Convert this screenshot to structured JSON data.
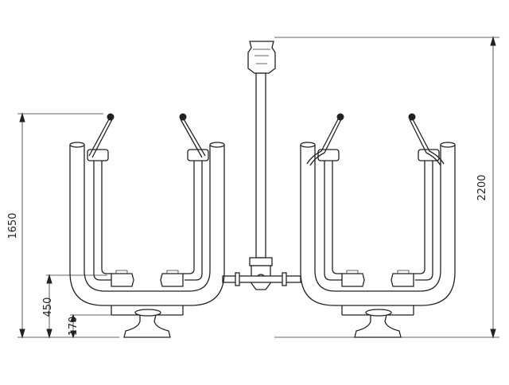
{
  "dimensions": {
    "overall_height": "2200",
    "handle_height": "1650",
    "footrest_height": "450",
    "base_height": "170"
  },
  "colors": {
    "line": "#222222",
    "background": "#ffffff"
  }
}
